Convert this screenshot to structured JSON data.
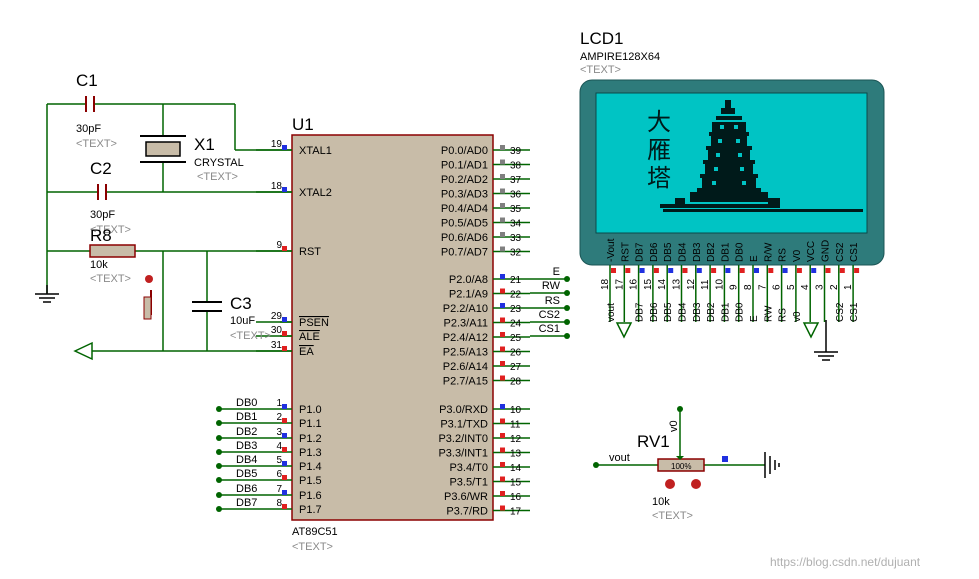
{
  "mcu": {
    "ref": "U1",
    "part": "AT89C51",
    "text_tag": "<TEXT>",
    "left_pins": [
      {
        "num": "19",
        "name": "XTAL1"
      },
      {
        "num": "18",
        "name": "XTAL2"
      },
      {
        "num": "9",
        "name": "RST"
      },
      {
        "num": "29",
        "name": "PSEN"
      },
      {
        "num": "30",
        "name": "ALE"
      },
      {
        "num": "31",
        "name": "EA"
      },
      {
        "num": "1",
        "name": "P1.0"
      },
      {
        "num": "2",
        "name": "P1.1"
      },
      {
        "num": "3",
        "name": "P1.2"
      },
      {
        "num": "4",
        "name": "P1.3"
      },
      {
        "num": "5",
        "name": "P1.4"
      },
      {
        "num": "6",
        "name": "P1.5"
      },
      {
        "num": "7",
        "name": "P1.6"
      },
      {
        "num": "8",
        "name": "P1.7"
      }
    ],
    "right_pins": [
      {
        "num": "39",
        "name": "P0.0/AD0"
      },
      {
        "num": "38",
        "name": "P0.1/AD1"
      },
      {
        "num": "37",
        "name": "P0.2/AD2"
      },
      {
        "num": "36",
        "name": "P0.3/AD3"
      },
      {
        "num": "35",
        "name": "P0.4/AD4"
      },
      {
        "num": "34",
        "name": "P0.5/AD5"
      },
      {
        "num": "33",
        "name": "P0.6/AD6"
      },
      {
        "num": "32",
        "name": "P0.7/AD7"
      },
      {
        "num": "21",
        "name": "P2.0/A8"
      },
      {
        "num": "22",
        "name": "P2.1/A9"
      },
      {
        "num": "23",
        "name": "P2.2/A10"
      },
      {
        "num": "24",
        "name": "P2.3/A11"
      },
      {
        "num": "25",
        "name": "P2.4/A12"
      },
      {
        "num": "26",
        "name": "P2.5/A13"
      },
      {
        "num": "27",
        "name": "P2.6/A14"
      },
      {
        "num": "28",
        "name": "P2.7/A15"
      },
      {
        "num": "10",
        "name": "P3.0/RXD"
      },
      {
        "num": "11",
        "name": "P3.1/TXD"
      },
      {
        "num": "12",
        "name": "P3.2/INT0"
      },
      {
        "num": "13",
        "name": "P3.3/INT1"
      },
      {
        "num": "14",
        "name": "P3.4/T0"
      },
      {
        "num": "15",
        "name": "P3.5/T1"
      },
      {
        "num": "16",
        "name": "P3.6/WR"
      },
      {
        "num": "17",
        "name": "P3.7/RD"
      }
    ]
  },
  "p2_nets": [
    "E",
    "RW",
    "RS",
    "CS2",
    "CS1"
  ],
  "p1_nets": [
    "DB0",
    "DB1",
    "DB2",
    "DB3",
    "DB4",
    "DB5",
    "DB6",
    "DB7"
  ],
  "components": {
    "c1": {
      "ref": "C1",
      "value": "30pF",
      "tag": "<TEXT>"
    },
    "c2": {
      "ref": "C2",
      "value": "30pF",
      "tag": "<TEXT>"
    },
    "x1": {
      "ref": "X1",
      "value": "CRYSTAL",
      "tag": "<TEXT>"
    },
    "r8": {
      "ref": "R8",
      "value": "10k",
      "tag": "<TEXT>"
    },
    "c3": {
      "ref": "C3",
      "value": "10uF",
      "tag": "<TEXT>"
    },
    "rv1": {
      "ref": "RV1",
      "value": "10k",
      "tag": "<TEXT>",
      "percent": "100%"
    }
  },
  "lcd": {
    "ref": "LCD1",
    "part": "AMPIRE128X64",
    "tag": "<TEXT>",
    "screen_text": [
      "大",
      "雁",
      "塔"
    ],
    "pins": [
      {
        "name": "-Vout",
        "num": "18",
        "net": "vout"
      },
      {
        "name": "RST",
        "num": "17",
        "net": ""
      },
      {
        "name": "DB7",
        "num": "16",
        "net": "DB7"
      },
      {
        "name": "DB6",
        "num": "15",
        "net": "DB6"
      },
      {
        "name": "DB5",
        "num": "14",
        "net": "DB5"
      },
      {
        "name": "DB4",
        "num": "13",
        "net": "DB4"
      },
      {
        "name": "DB3",
        "num": "12",
        "net": "DB3"
      },
      {
        "name": "DB2",
        "num": "11",
        "net": "DB2"
      },
      {
        "name": "DB1",
        "num": "10",
        "net": "DB1"
      },
      {
        "name": "DB0",
        "num": "9",
        "net": "DB0"
      },
      {
        "name": "E",
        "num": "8",
        "net": "E"
      },
      {
        "name": "R/W",
        "num": "7",
        "net": "RW"
      },
      {
        "name": "RS",
        "num": "6",
        "net": "RS"
      },
      {
        "name": "V0",
        "num": "5",
        "net": "v0"
      },
      {
        "name": "VCC",
        "num": "4",
        "net": ""
      },
      {
        "name": "GND",
        "num": "3",
        "net": ""
      },
      {
        "name": "CS2",
        "num": "2",
        "net": "CS2"
      },
      {
        "name": "CS1",
        "num": "1",
        "net": "CS1"
      }
    ]
  },
  "rv1_nets": {
    "left": "vout",
    "top": "v0"
  },
  "watermark": "https://blog.csdn.net/dujuant",
  "colors": {
    "wire": "#006400",
    "body_fill": "#c8bca8",
    "body_stroke": "#8b0000",
    "lcd_frame": "#2e7b7b",
    "lcd_screen": "#00c4c4",
    "pin_marker_red": "#e02020",
    "pin_marker_blue": "#2030e0"
  }
}
